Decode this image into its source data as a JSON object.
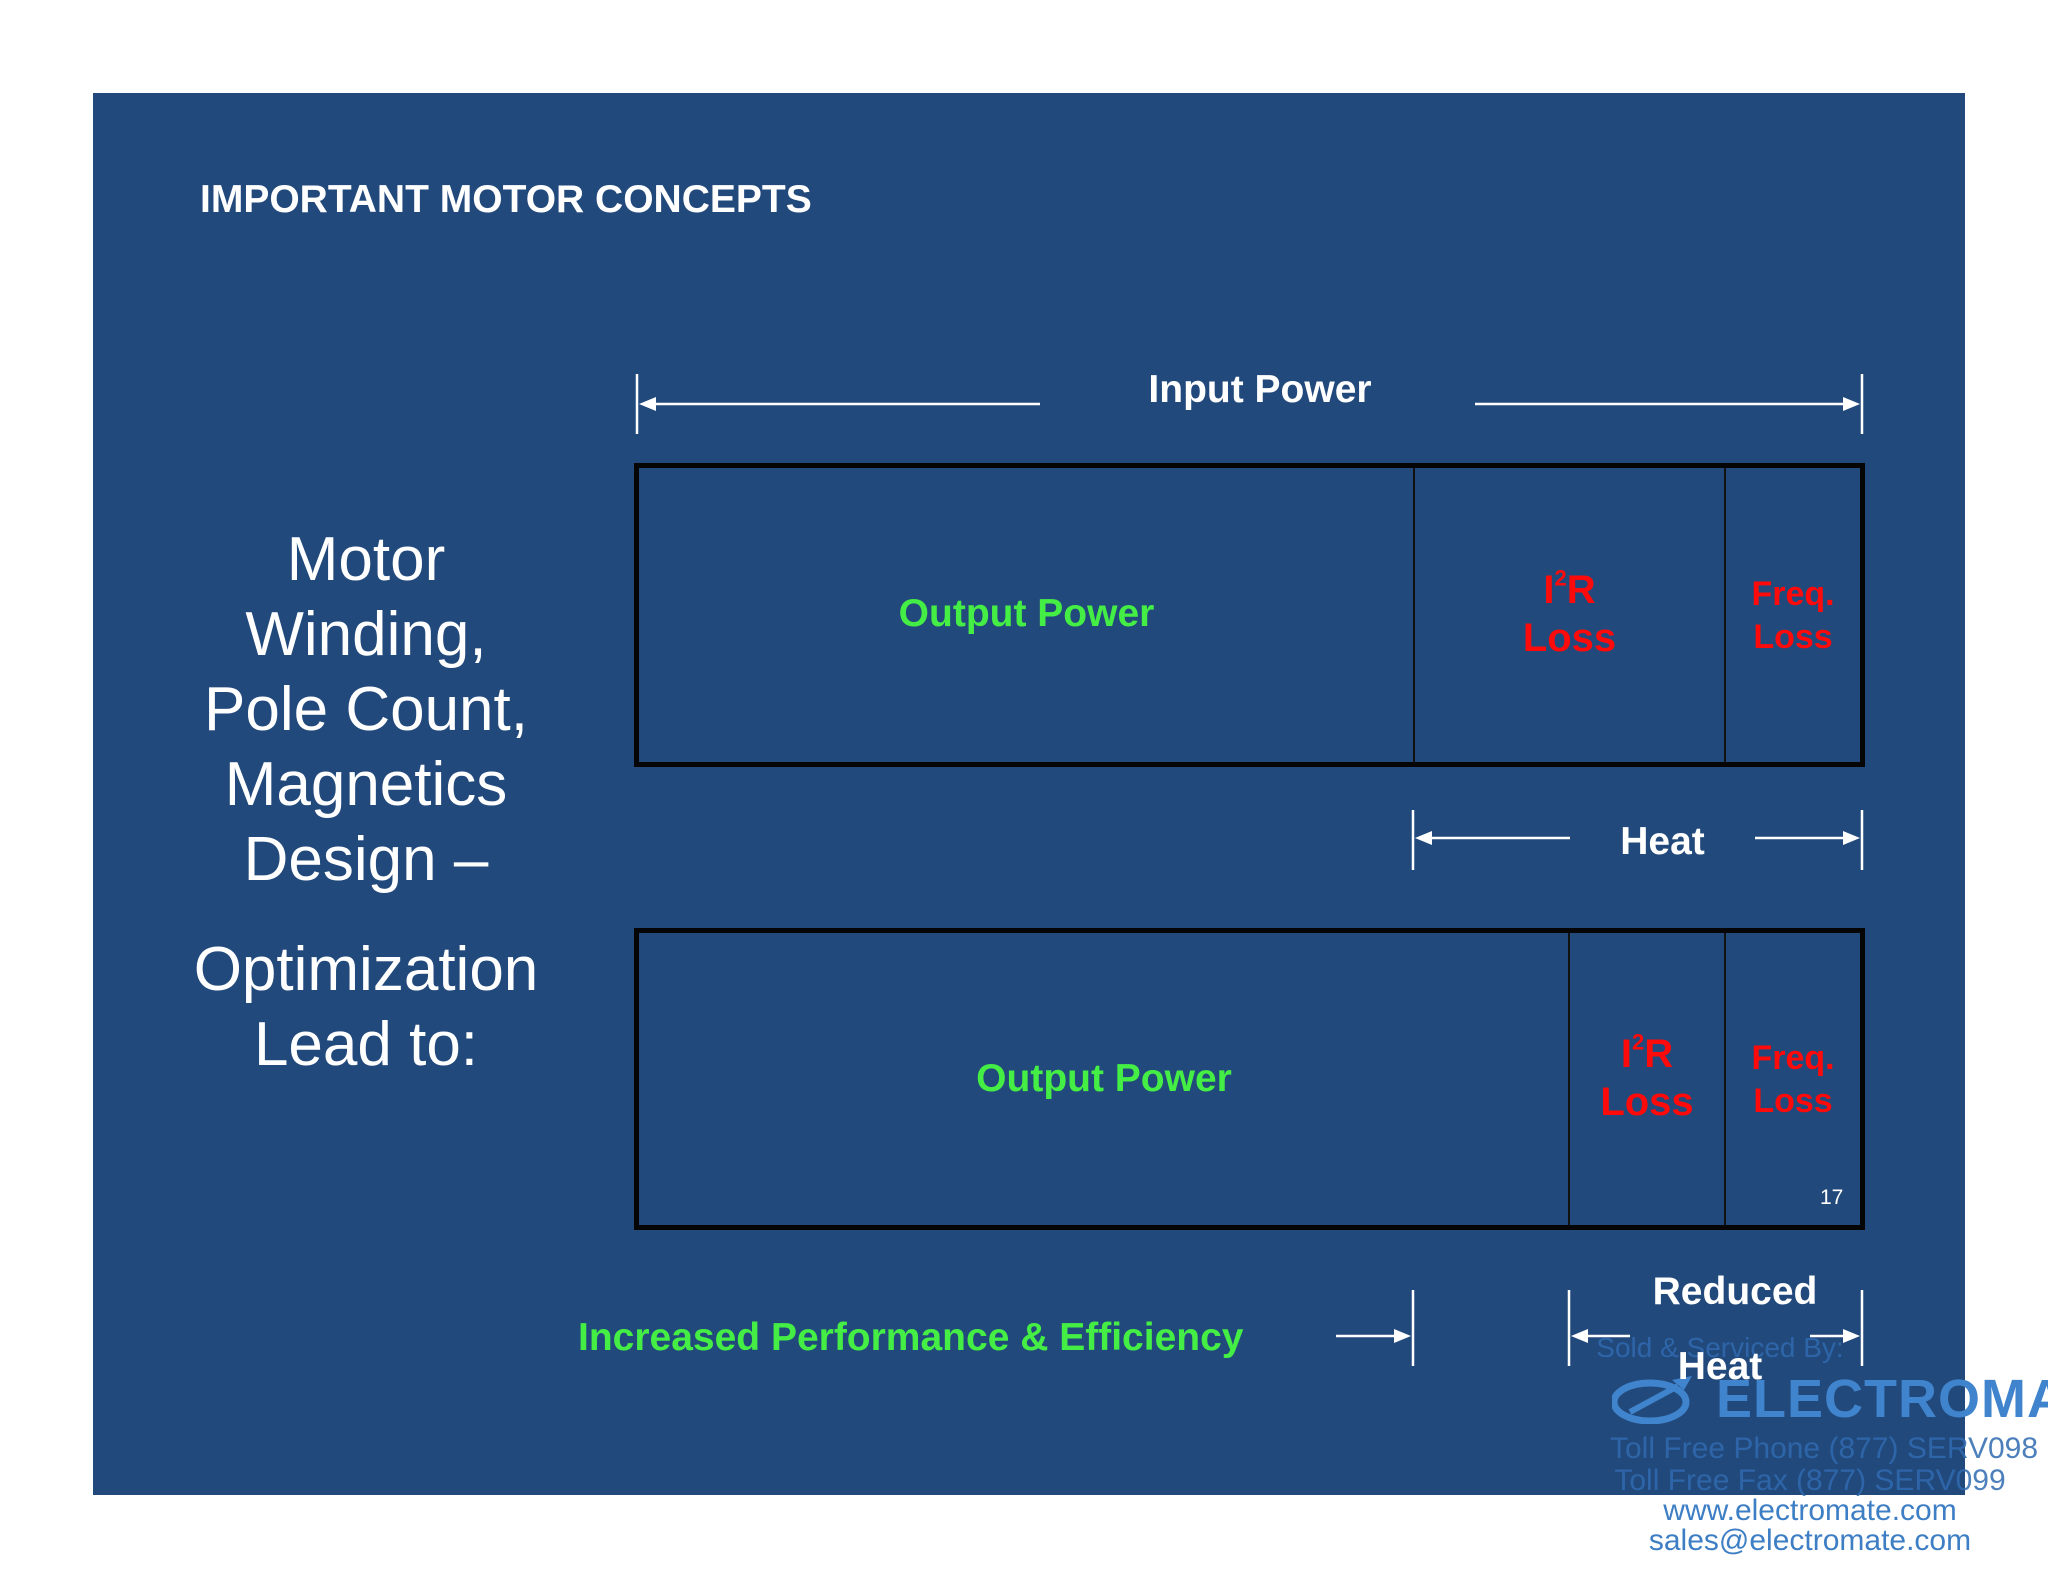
{
  "slide": {
    "title": "IMPORTANT MOTOR CONCEPTS",
    "page_number": "17",
    "background_color": "#22497b"
  },
  "left_text": {
    "line1": "Motor",
    "line2": "Winding,",
    "line3": "Pole Count,",
    "line4": "Magnetics",
    "line5": "Design –",
    "line6": "Optimization",
    "line7": "Lead to:"
  },
  "diagram": {
    "input_power_label": "Input Power",
    "top_bar": {
      "output": "Output Power",
      "i2r_prefix": "I",
      "i2r_sup": "2",
      "i2r_suffix": "R",
      "i2r_loss": "Loss",
      "freq": "Freq.",
      "freq_loss": "Loss"
    },
    "heat_label": "Heat",
    "bottom_bar": {
      "output": "Output Power",
      "i2r_prefix": "I",
      "i2r_sup": "2",
      "i2r_suffix": "R",
      "i2r_loss": "Loss",
      "freq": "Freq.",
      "freq_loss": "Loss"
    },
    "increased_label": "Increased Performance & Efficiency",
    "reduced_label": "Reduced",
    "reduced_heat_label": "Heat",
    "colors": {
      "output": "#44ee44",
      "loss": "#ff0a0a",
      "label": "#ffffff"
    }
  },
  "watermark": {
    "sold_by": "Sold & Serviced By:",
    "brand": "ELECTROMATE",
    "phone": "Toll Free Phone (877) SERV098",
    "fax": "Toll Free Fax (877) SERV099",
    "website": "www.electromate.com",
    "email": "sales@electromate.com",
    "logo_icon": "electromate-logo-icon"
  }
}
